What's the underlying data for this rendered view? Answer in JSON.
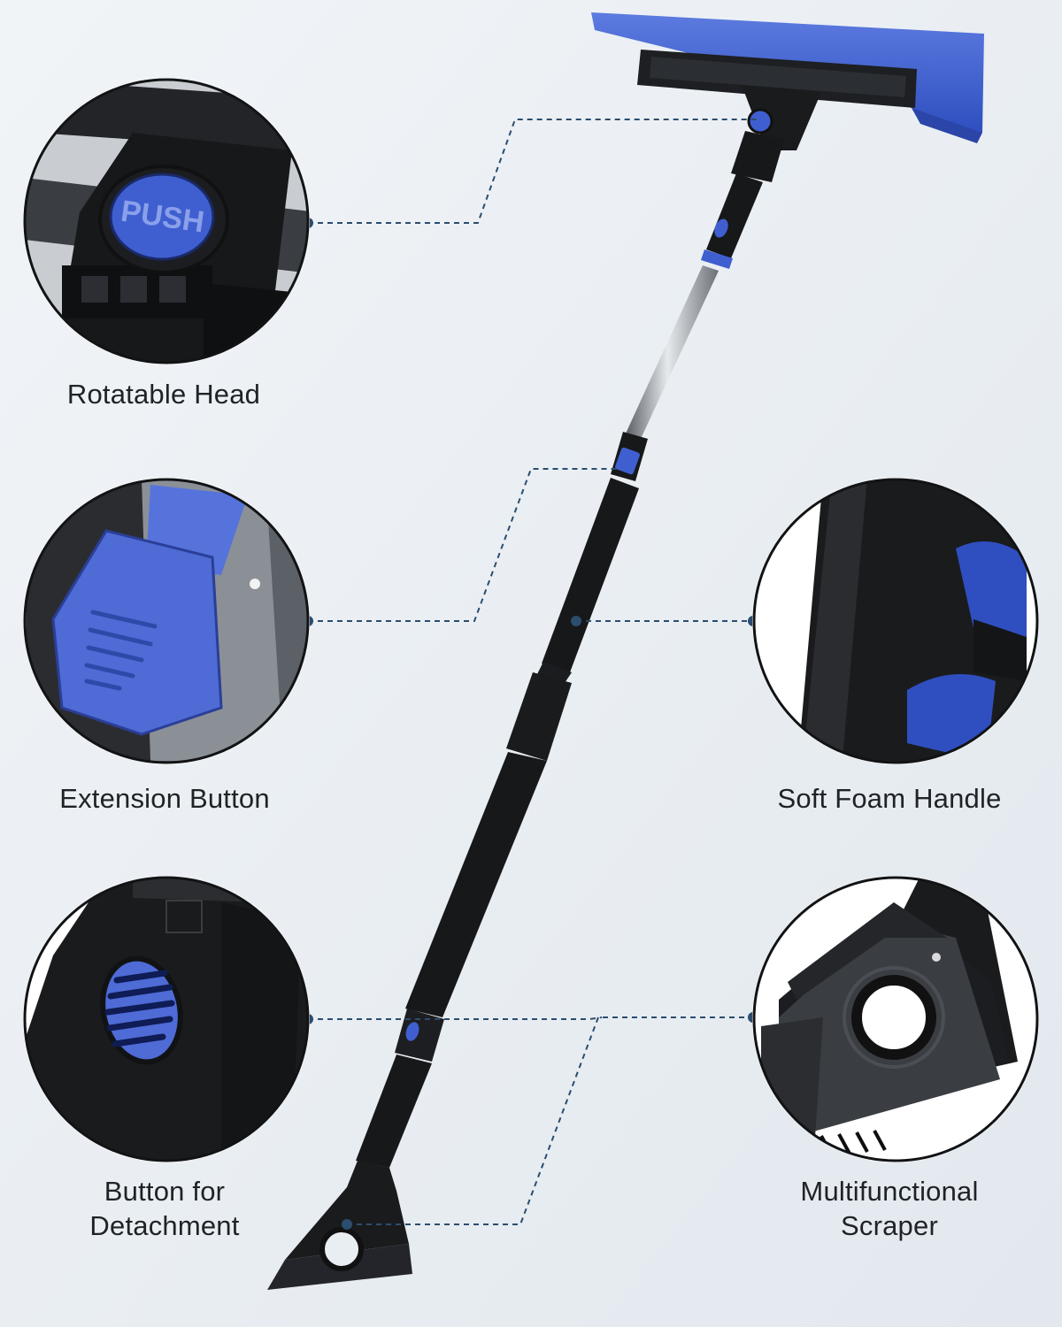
{
  "image": {
    "subject": "extendable snow brush with ice scraper",
    "colors": {
      "background": "#e9eef2",
      "accent_blue": "#3f5fd0",
      "handle_black": "#17181a",
      "callout_line": "#2b4d6e"
    }
  },
  "callouts": {
    "rotatable_head": {
      "label": "Rotatable Head",
      "button_text": "PUSH",
      "icon": "push-button-icon"
    },
    "extension_button": {
      "label": "Extension Button",
      "icon": "extension-clip-icon"
    },
    "soft_foam_handle": {
      "label": "Soft Foam Handle",
      "icon": "foam-grip-icon"
    },
    "button_for_detachment": {
      "label_line1": "Button for",
      "label_line2": "Detachment",
      "icon": "detach-button-icon"
    },
    "multifunctional_scraper": {
      "label_line1": "Multifunctional",
      "label_line2": "Scraper",
      "icon": "ice-scraper-icon"
    }
  }
}
